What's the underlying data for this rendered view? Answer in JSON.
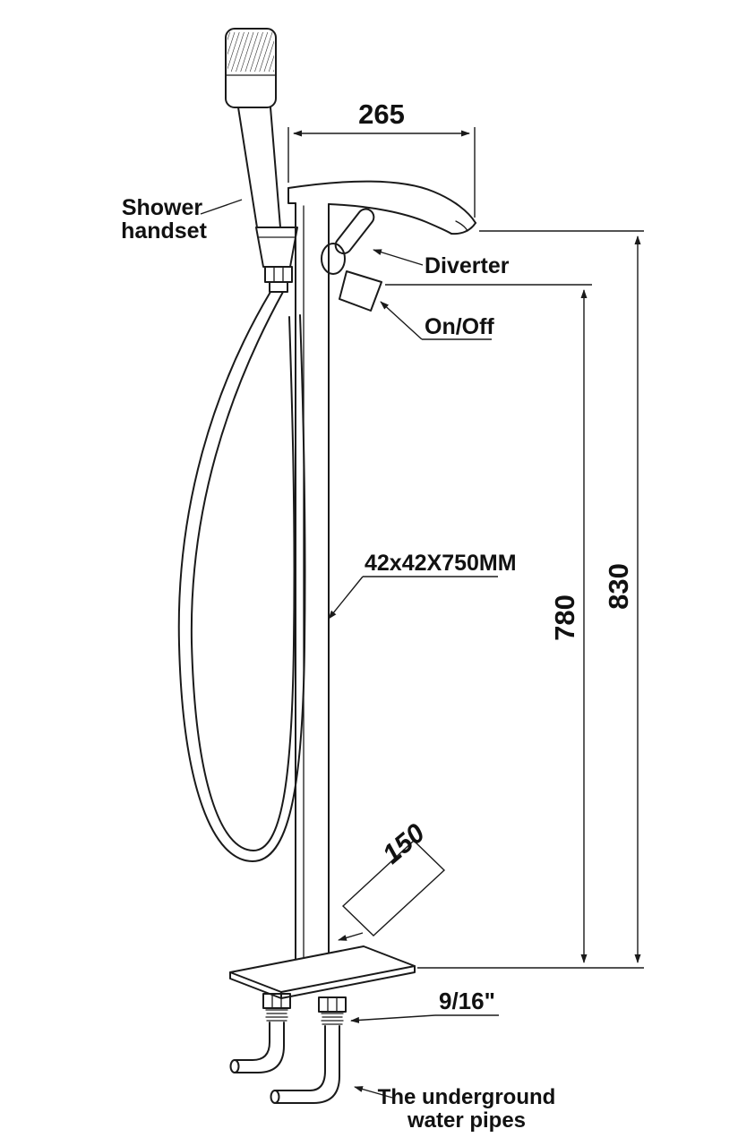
{
  "labels": {
    "shower_handset_line1": "Shower",
    "shower_handset_line2": "handset",
    "diverter": "Diverter",
    "on_off": "On/Off",
    "column_size": "42x42X750MM",
    "underground_line1": "The underground",
    "underground_line2": "water pipes"
  },
  "dimensions": {
    "spout_width": "265",
    "overall_height": "830",
    "valve_height": "780",
    "base_depth": "150",
    "thread_size": "9/16\""
  },
  "colors": {
    "line": "#1a1a1a",
    "background": "#ffffff"
  }
}
